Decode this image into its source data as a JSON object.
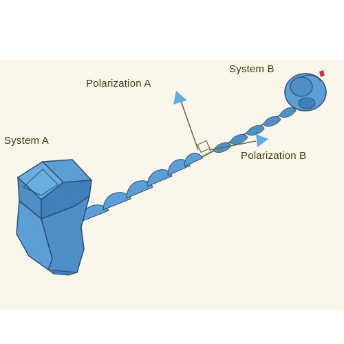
{
  "labels": {
    "system_a": "System A",
    "system_b": "System B",
    "polarization_a": "Polarization A",
    "polarization_b": "Polarization B"
  },
  "colors": {
    "background": "#fbf6ea",
    "device_fill": "#5b9fd6",
    "device_shade": "#3f7fba",
    "device_outline": "#2b4f78",
    "arrow": "#5aaee2",
    "beam": "#6e6a3a",
    "text": "#3f3a12"
  }
}
